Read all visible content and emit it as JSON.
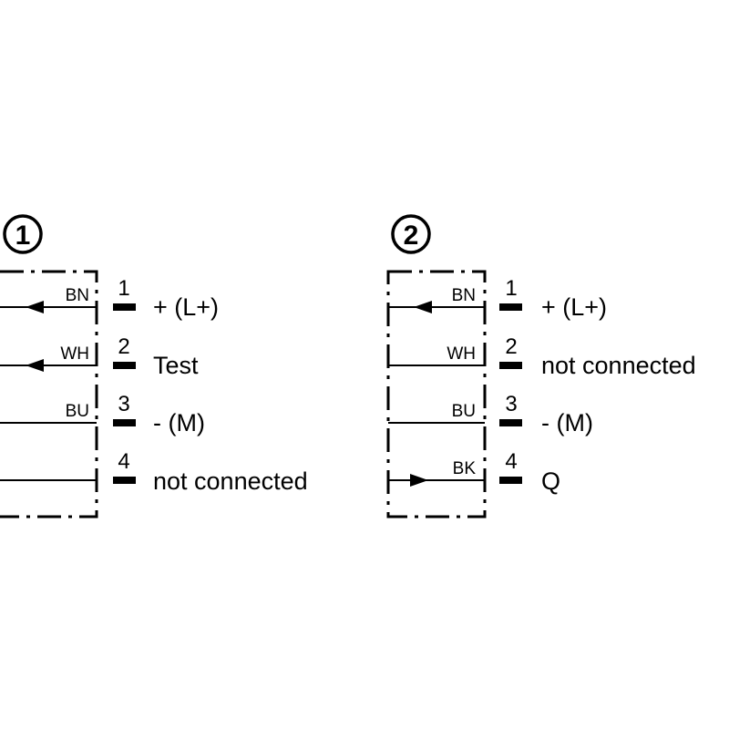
{
  "colors": {
    "ink": "#000000",
    "background": "#ffffff"
  },
  "diagrams": [
    {
      "badge": "1",
      "pins": [
        {
          "wire": "BN",
          "pin": "1",
          "label": "+ (L+)",
          "arrow": "in"
        },
        {
          "wire": "WH",
          "pin": "2",
          "label": "Test",
          "arrow": "in"
        },
        {
          "wire": "BU",
          "pin": "3",
          "label": "- (M)",
          "arrow": "none"
        },
        {
          "wire": "",
          "pin": "4",
          "label": "not connected",
          "arrow": "none"
        }
      ]
    },
    {
      "badge": "2",
      "pins": [
        {
          "wire": "BN",
          "pin": "1",
          "label": "+ (L+)",
          "arrow": "in"
        },
        {
          "wire": "WH",
          "pin": "2",
          "label": "not connected",
          "arrow": "none"
        },
        {
          "wire": "BU",
          "pin": "3",
          "label": "- (M)",
          "arrow": "none"
        },
        {
          "wire": "BK",
          "pin": "4",
          "label": "Q",
          "arrow": "out"
        }
      ]
    }
  ]
}
